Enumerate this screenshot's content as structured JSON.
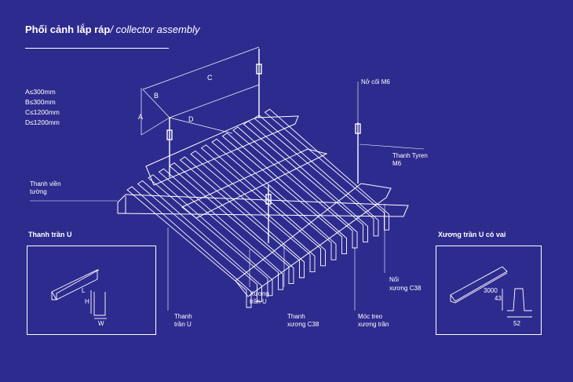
{
  "title": {
    "vn": "Phối cảnh lắp ráp",
    "en": "/ collector assembly"
  },
  "specs": [
    "A≤300mm",
    "B≤300mm",
    "C≤1200mm",
    "D≤1200mm"
  ],
  "dims": {
    "a": "A",
    "b": "B",
    "c": "C",
    "d": "D"
  },
  "labels": {
    "no_coi": "Nở cối M6",
    "thanh_tyren_1": "Thanh Tyren",
    "thanh_tyren_2": "M6",
    "thanh_vien_1": "Thanh viền",
    "thanh_vien_2": "tường",
    "noi_1": "Nối",
    "noi_2": "xương C38",
    "thanh_tran_1": "Thanh",
    "thanh_tran_2": "trần U",
    "xuong_tran_1": "Xương",
    "xuong_tran_2": "trần U",
    "thanh_xuong_1": "Thanh",
    "thanh_xuong_2": "xương C38",
    "moc_treo_1": "Móc treo",
    "moc_treo_2": "xương trần"
  },
  "detail_left": {
    "title": "Thanh trần U",
    "l": "L",
    "h": "H",
    "w": "W"
  },
  "detail_right": {
    "title": "Xương trần U có vai",
    "len": "3000",
    "h": "43",
    "w": "52"
  },
  "colors": {
    "background": "#2e2b8f",
    "line": "#ffffff"
  }
}
